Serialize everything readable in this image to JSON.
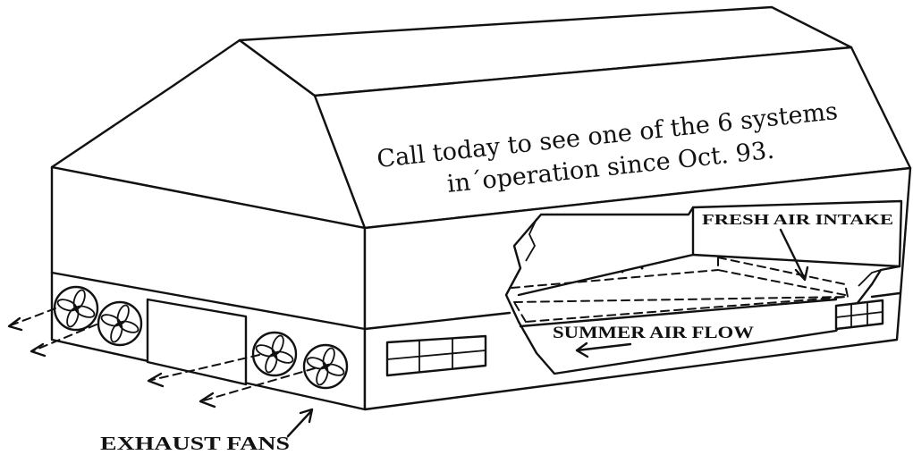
{
  "roof_sign": {
    "line1": "Call today to see one of the 6 systems",
    "line2": "in´operation since Oct. 93."
  },
  "labels": {
    "fresh_air_intake": "FRESH AIR INTAKE",
    "summer_air_flow": "SUMMER AIR FLOW",
    "exhaust_fans": "EXHAUST FANS"
  },
  "icons": {
    "fan": "exhaust-fan-icon",
    "arrow": "airflow-arrow-icon",
    "window": "window-icon"
  }
}
